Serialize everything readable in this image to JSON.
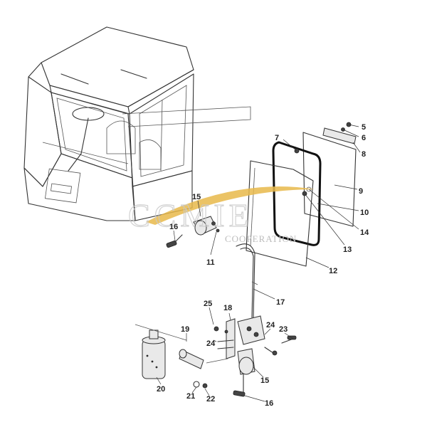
{
  "watermark": {
    "brand": "CCMIE",
    "sub": "COOPERATION",
    "swoosh_color": "#e8b84a"
  },
  "callouts": [
    "5",
    "6",
    "7",
    "8",
    "9",
    "10",
    "11",
    "12",
    "13",
    "14",
    "15",
    "15",
    "16",
    "16",
    "17",
    "18",
    "19",
    "20",
    "21",
    "22",
    "23",
    "24",
    "24",
    "25"
  ]
}
